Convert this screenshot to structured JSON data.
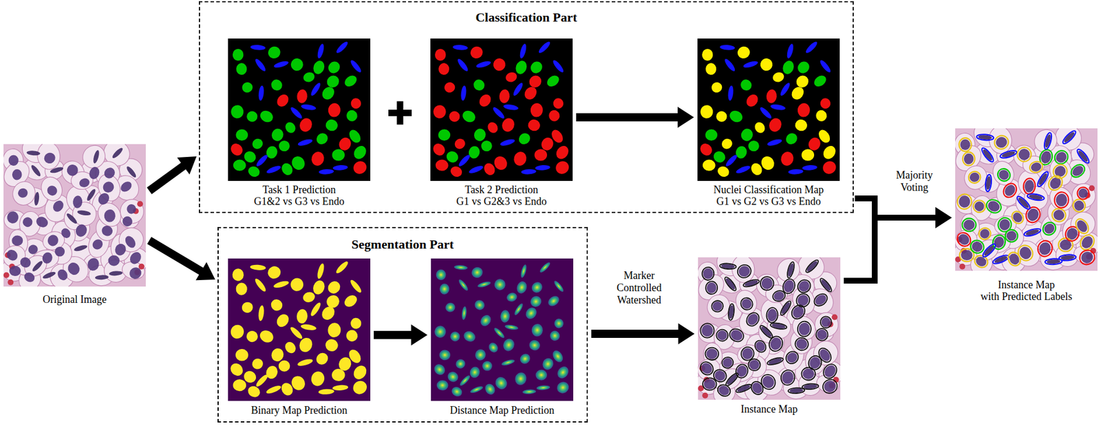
{
  "diagram": {
    "nodes": [
      {
        "text": [
          "Original Image"
        ]
      },
      {
        "text": [
          "Classification Part"
        ]
      },
      {
        "text": [
          "Task 1 Prediction",
          "G1&2 vs G3 vs Endo"
        ],
        "in": 1
      },
      {
        "text": [
          "Task 2 Prediction",
          "G1 vs G2&3 vs Endo"
        ],
        "in": 1
      },
      {
        "text": [
          "Nuclei Classification Map",
          "G1 vs G2 vs G3 vs Endo"
        ],
        "in": 1
      },
      {
        "text": [
          "Segmentation Part"
        ]
      },
      {
        "text": [
          "Binary Map Prediction"
        ],
        "in": 5
      },
      {
        "text": [
          "Distance Map Prediction"
        ],
        "in": 5
      },
      {
        "text": [
          "Instance Map"
        ]
      },
      {
        "text": [
          "Instance Map",
          "with Predicted Labels"
        ]
      }
    ],
    "edges": [
      {
        "from": 0,
        "to": 1,
        "arrow": "to"
      },
      {
        "from": 0,
        "to": 5,
        "arrow": "to"
      },
      {
        "from": 3,
        "to": 4,
        "arrow": "to"
      },
      {
        "from": 6,
        "to": 7,
        "arrow": "to"
      },
      {
        "from": 5,
        "to": 8,
        "label": "Marker Controlled Watershed",
        "arrow": "to"
      },
      {
        "from": 1,
        "to": 9,
        "label": "Majority Voting",
        "arrow": "to"
      },
      {
        "from": 8,
        "to": 9,
        "arrow": "to"
      }
    ]
  }
}
